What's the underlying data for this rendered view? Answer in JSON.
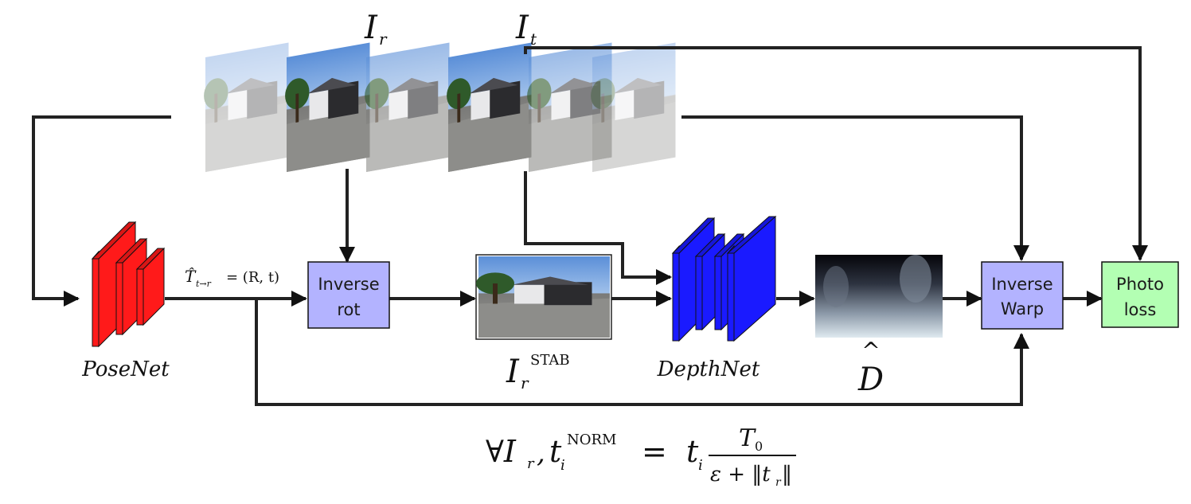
{
  "frames": {
    "ir_label": "I",
    "ir_sub": "r",
    "it_label": "I",
    "it_sub": "t"
  },
  "posenet": {
    "label": "PoseNet",
    "output_label": "T̂",
    "output_sub": "t→r",
    "output_value": "= (R, t)",
    "color": "#ff1a1a"
  },
  "inverse_rot": {
    "line1": "Inverse",
    "line2": "rot",
    "color": "#b3b3ff"
  },
  "stab_image": {
    "label": "I",
    "sub": "r",
    "sup": "STAB"
  },
  "depthnet": {
    "label": "DepthNet",
    "color": "#1a1aff"
  },
  "depth_map": {
    "label": "D",
    "hat": "^"
  },
  "inverse_warp": {
    "line1": "Inverse",
    "line2": "Warp",
    "color": "#b3b3ff"
  },
  "photo_loss": {
    "line1": "Photo",
    "line2": "loss",
    "color": "#b3ffb3"
  },
  "formula": {
    "forall": "∀I",
    "forall_sub": "r",
    "sep": ",",
    "t": "t",
    "t_sub": "i",
    "t_sup": "NORM",
    "equals": "=",
    "rhs_t": "t",
    "rhs_t_sub": "i",
    "numerator": "T",
    "numerator_sub": "0",
    "denominator": "ε + ‖t",
    "denominator_sub": "r",
    "denominator_end": "‖"
  }
}
